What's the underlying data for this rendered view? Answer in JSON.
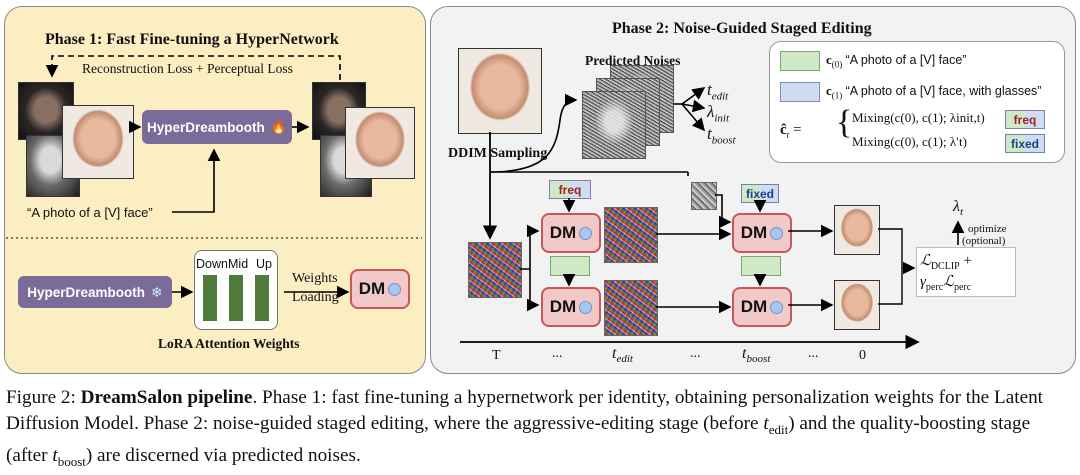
{
  "phase1": {
    "title": "Phase 1: Fast Fine-tuning a HyperNetwork",
    "loss_label": "Reconstruction Loss + Perceptual Loss",
    "hyper_label": "HyperDreambooth",
    "prompt": "“A photo of a [V] face”",
    "hyper2_label": "HyperDreambooth",
    "lora": {
      "down": "Down",
      "mid": "Mid",
      "up": "Up",
      "caption": "LoRA Attention Weights"
    },
    "weights_label": "Weights",
    "loading_label": "Loading",
    "dm_label": "DM"
  },
  "phase2": {
    "title": "Phase 2: Noise-Guided Staged Editing",
    "predicted_noises": "Predicted Noises",
    "ddim": "DDIM",
    "sampling": "Sampling",
    "outputs": {
      "t_edit": "t",
      "t_edit_sub": "edit",
      "lambda": "λ",
      "lambda_sub": "init",
      "t_boost": "t",
      "t_boost_sub": "boost"
    },
    "legend": {
      "c0_sym": "c",
      "c0_sub": "(0)",
      "c0_text": "“A photo of a [V] face”",
      "c1_sym": "c",
      "c1_sub": "(1)",
      "c1_text": "“A photo of a [V] face, with glasses”",
      "mix1": "Mixing(c(0), c(1); λinit,t)",
      "mix2": "Mixing(c(0), c(1); λ′t)",
      "lhs": "ĉ"
    },
    "freq": "freq",
    "fixed": "fixed",
    "dm_label": "DM",
    "optimize": "optimize",
    "optional": "(optional)",
    "lambda_t": "λ",
    "lambda_t_sub": "t",
    "loss_top": "ℒ",
    "loss_top_sub": "DCLIP",
    "plus": "+",
    "gamma": "γ",
    "gamma_sub": "perc",
    "loss_perc": "ℒ",
    "loss_perc_sub": "perc",
    "timeline": {
      "T": "T",
      "dots1": "...",
      "t_edit": "t",
      "t_edit_sub": "edit",
      "dots2": "...",
      "t_boost": "t",
      "t_boost_sub": "boost",
      "dots3": "...",
      "zero": "0"
    }
  },
  "caption": {
    "prefix": "Figure 2: ",
    "bold": "DreamSalon pipeline",
    "rest1": ". Phase 1: fast fine-tuning a hypernetwork per identity, obtaining personalization weights for the Latent Diffusion Model. Phase 2: noise-guided staged editing, where the aggressive-editing stage (before ",
    "t_edit": "t",
    "t_edit_sub": "edit",
    "rest2": ") and the quality-boosting stage (after ",
    "t_boost": "t",
    "t_boost_sub": "boost",
    "rest3": ") are discerned via predicted noises."
  },
  "colors": {
    "phase1_bg": "#fbeec2",
    "phase2_bg": "#f2f2f2",
    "hyper": "#7b6b98",
    "dm_fill": "#f1c9c9",
    "dm_border": "#c65858",
    "cond0": "#cfe8c6",
    "cond1": "#cfdcf2"
  },
  "icons": {
    "fire": "fire-icon",
    "snowflake": "snowflake-icon",
    "gear": "gear-icon"
  }
}
